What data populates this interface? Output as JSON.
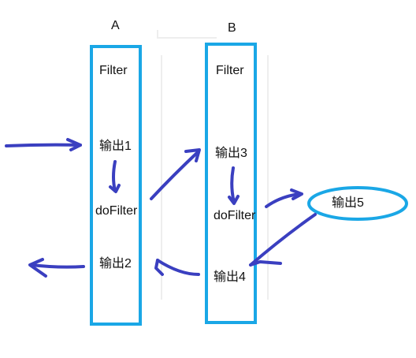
{
  "filter_a": {
    "header": "A",
    "title": "Filter",
    "output1": "输出1",
    "dofilter": "doFilter",
    "output2": "输出2"
  },
  "filter_b": {
    "header": "B",
    "title": "Filter",
    "output3": "输出3",
    "dofilter": "doFilter",
    "output4": "输出4"
  },
  "external": {
    "output5": "输出5"
  },
  "colors": {
    "box_stroke": "#1aa7e6",
    "arrow_stroke": "#3a3fc0"
  }
}
